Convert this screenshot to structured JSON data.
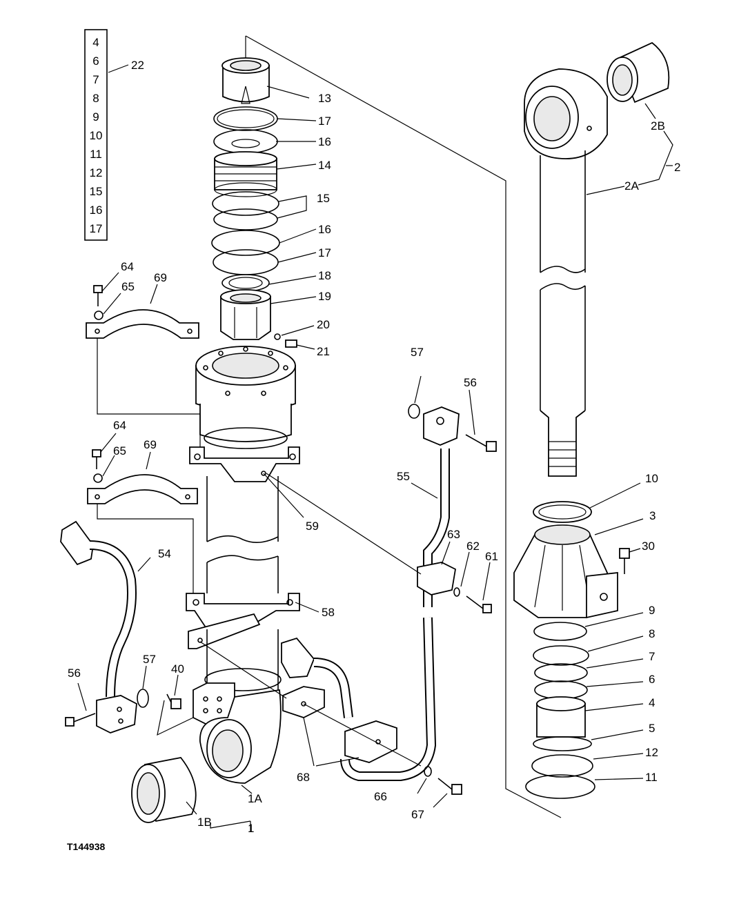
{
  "figure": {
    "id": "T144938"
  },
  "kit_box": {
    "items": [
      "4",
      "6",
      "7",
      "8",
      "9",
      "10",
      "11",
      "12",
      "15",
      "16",
      "17"
    ],
    "callout": "22"
  },
  "callouts": {
    "c13": "13",
    "c17a": "17",
    "c16a": "16",
    "c14": "14",
    "c15": "15",
    "c16b": "16",
    "c17b": "17",
    "c18": "18",
    "c19": "19",
    "c20": "20",
    "c21": "21",
    "c64a": "64",
    "c65a": "65",
    "c69a": "69",
    "c64b": "64",
    "c65b": "65",
    "c69b": "69",
    "c59": "59",
    "c58": "58",
    "c54": "54",
    "c56a": "56",
    "c57a": "57",
    "c40": "40",
    "c1a": "1A",
    "c1b": "1B",
    "c1": "1",
    "c68": "68",
    "c66": "66",
    "c67": "67",
    "c57b": "57",
    "c56b": "56",
    "c55": "55",
    "c63": "63",
    "c62": "62",
    "c61": "61",
    "c2b": "2B",
    "c2a": "2A",
    "c2": "2",
    "c10": "10",
    "c3": "3",
    "c30": "30",
    "c9": "9",
    "c8": "8",
    "c7": "7",
    "c6": "6",
    "c4": "4",
    "c5": "5",
    "c12": "12",
    "c11": "11"
  }
}
